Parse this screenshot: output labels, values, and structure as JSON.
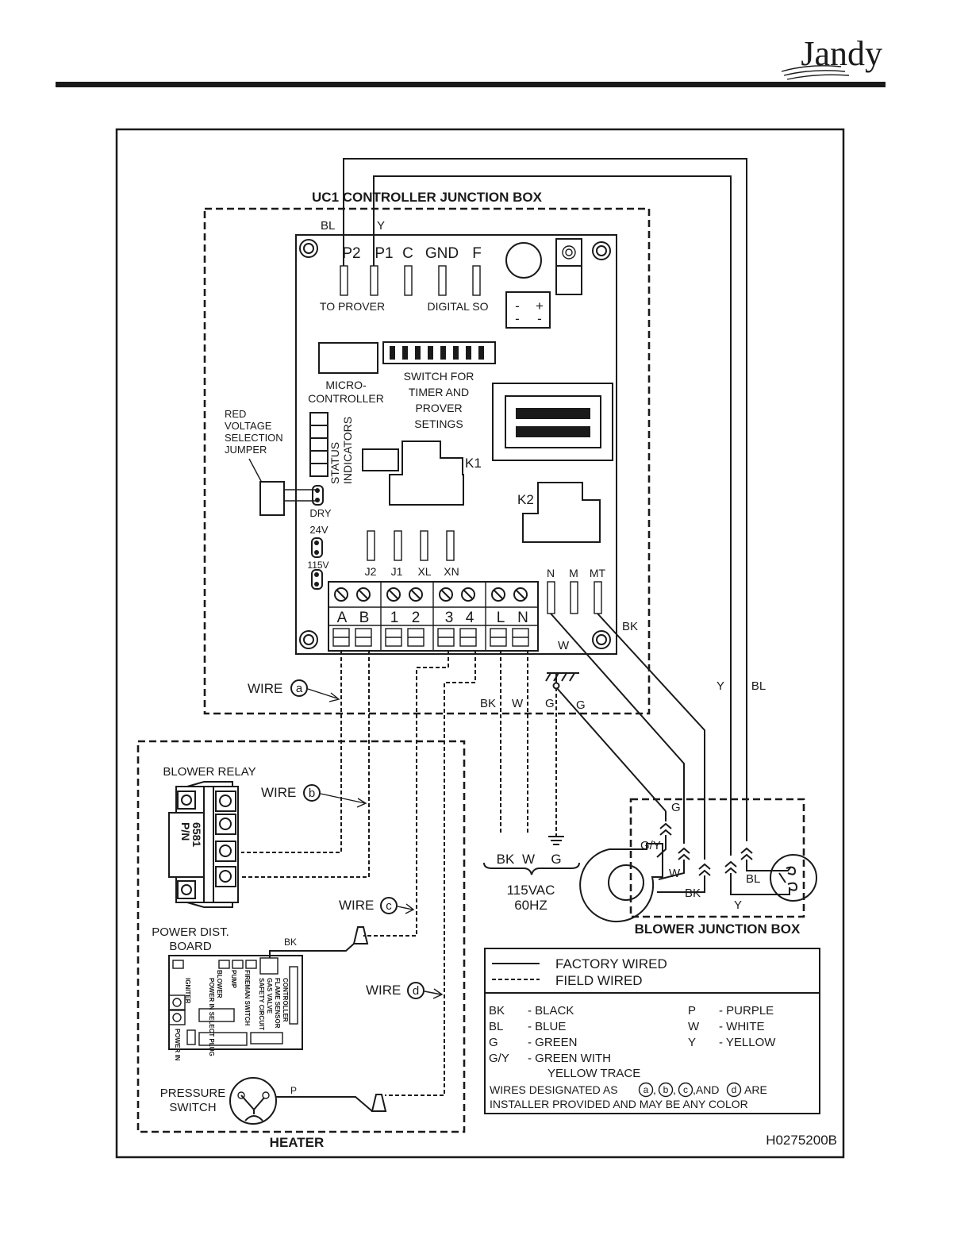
{
  "brand": {
    "name": "Jandy"
  },
  "diagram": {
    "drawing_number": "H0275200B",
    "controller_box": {
      "title": "UC1 CONTROLLER JUNCTION BOX",
      "top_wire_labels": [
        "BL",
        "Y"
      ],
      "top_terminals": [
        "P2",
        "P1",
        "C",
        "GND",
        "F"
      ],
      "to_prover": "TO PROVER",
      "digital_so": "DIGITAL SO",
      "polarity": [
        "-",
        "+",
        "-",
        "-"
      ],
      "micro_controller": [
        "MICRO-",
        "CONTROLLER"
      ],
      "dip_switch": [
        "SWITCH FOR",
        "TIMER AND",
        "PROVER",
        "SETINGS"
      ],
      "status_indicators": [
        "STATUS",
        "INDICATORS"
      ],
      "red_jumper": [
        "RED",
        "VOLTAGE",
        "SELECTION",
        "JUMPER"
      ],
      "jumper_options": [
        "DRY",
        "24V",
        "115V"
      ],
      "relays": [
        "K1",
        "K2"
      ],
      "jack_labels": [
        "J2",
        "J1",
        "XL",
        "XN"
      ],
      "right_terminals": [
        "N",
        "M",
        "MT"
      ],
      "terminal_blocks": [
        "A",
        "B",
        "1",
        "2",
        "3",
        "4",
        "L",
        "N"
      ],
      "wire_white": "W",
      "wire_black": "BK"
    },
    "wires": {
      "prefix": "WIRE",
      "a": "a",
      "b": "b",
      "c": "c",
      "d": "d"
    },
    "supply": {
      "drop_labels": [
        "BK",
        "W",
        "G",
        "G"
      ],
      "bottom_labels": [
        "BK",
        "W",
        "G"
      ],
      "voltage": "115VAC",
      "frequency": "60HZ"
    },
    "right_side": {
      "y": "Y",
      "bl": "BL"
    },
    "heater": {
      "title": "HEATER",
      "blower_relay": "BLOWER RELAY",
      "part_number": [
        "P/N",
        "6581"
      ],
      "power_board": [
        "POWER DIST.",
        "BOARD"
      ],
      "board_bk": "BK",
      "board_labels": [
        "IGNITER",
        "BLOWER",
        "POWER IN SELECT PLUG",
        "PUMP",
        "FIREMAN SWITCH",
        "SAFETY CIRCUIT",
        "GAS VALVE",
        "FLAME SENSOR",
        "CONTROLLER",
        "POWER IN"
      ],
      "pressure_switch": [
        "PRESSURE",
        "SWITCH"
      ],
      "pressure_wire": "P"
    },
    "blower_box": {
      "title": "BLOWER JUNCTION BOX",
      "wire_labels": [
        "G",
        "G/Y",
        "W",
        "BK",
        "BL",
        "Y"
      ]
    },
    "legend": {
      "factory_wired": "FACTORY WIRED",
      "field_wired": "FIELD WIRED",
      "colors_left": [
        {
          "code": "BK",
          "name": "- BLACK"
        },
        {
          "code": "BL",
          "name": "- BLUE"
        },
        {
          "code": "G",
          "name": "- GREEN"
        },
        {
          "code": "G/Y",
          "name": "- GREEN WITH"
        }
      ],
      "colors_left_extra": "YELLOW TRACE",
      "colors_right": [
        {
          "code": "P",
          "name": "- PURPLE"
        },
        {
          "code": "W",
          "name": "- WHITE"
        },
        {
          "code": "Y",
          "name": "- YELLOW"
        }
      ],
      "note_start": "WIRES DESIGNATED AS",
      "note_and": ",AND",
      "note_are": "ARE",
      "note_line2": "INSTALLER PROVIDED AND MAY BE ANY COLOR"
    }
  }
}
